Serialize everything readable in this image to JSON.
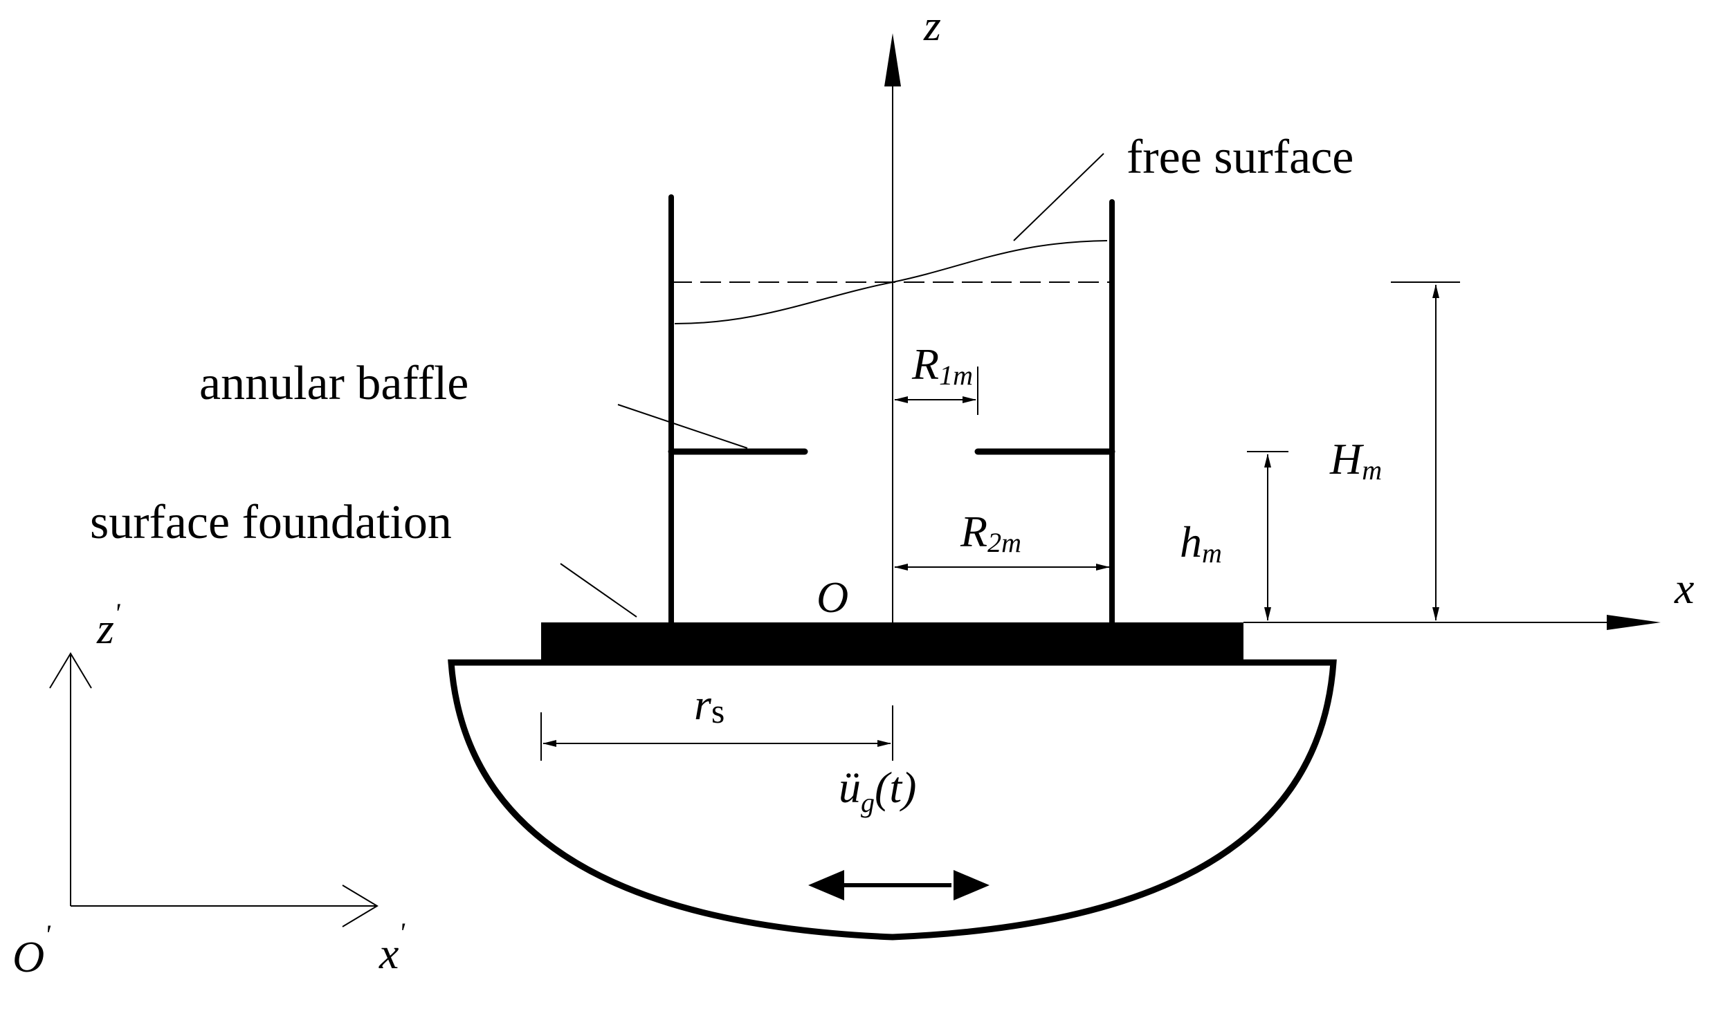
{
  "labels": {
    "z_axis": "z",
    "x_axis": "x",
    "origin": "O",
    "free_surface": "free surface",
    "annular_baffle": "annular baffle",
    "surface_foundation": "surface foundation",
    "R1_main": "R",
    "R1_sub": "1m",
    "R2_main": "R",
    "R2_sub": "2m",
    "H_main": "H",
    "H_sub": "m",
    "h_main": "h",
    "h_sub": "m",
    "rs_main": "r",
    "rs_sub": "s",
    "ground_accel_main": "ü",
    "ground_accel_sub": "g",
    "ground_accel_arg": "(t)",
    "global_z": "z",
    "global_x": "x",
    "global_origin": "O",
    "prime": "'"
  }
}
